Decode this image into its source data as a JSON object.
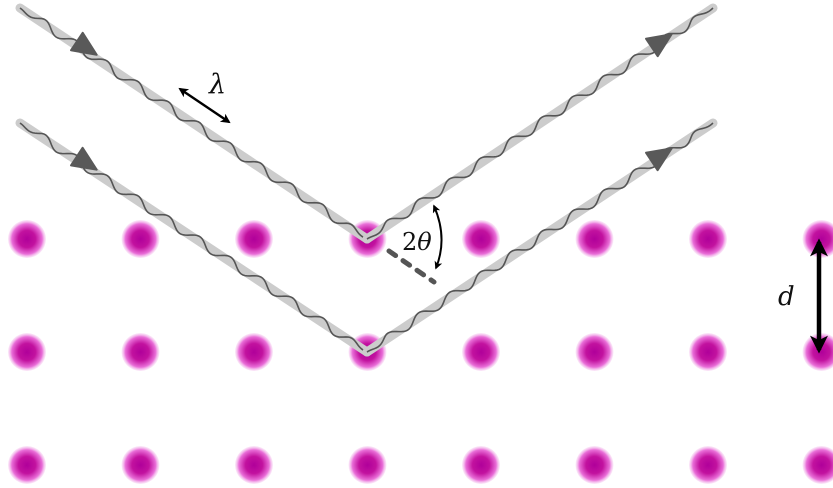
{
  "labels": {
    "wavelength": "λ",
    "angle_number": "2",
    "angle_symbol": "θ",
    "spacing": "d"
  },
  "lattice": {
    "rows": 3,
    "columns": 8
  },
  "colors": {
    "atom_core": "#b0009a",
    "atom_edge": "#e96fd8",
    "beam_band": "#cccccc",
    "wave": "#555555",
    "arrowhead": "#595959",
    "annotation": "#000000"
  }
}
